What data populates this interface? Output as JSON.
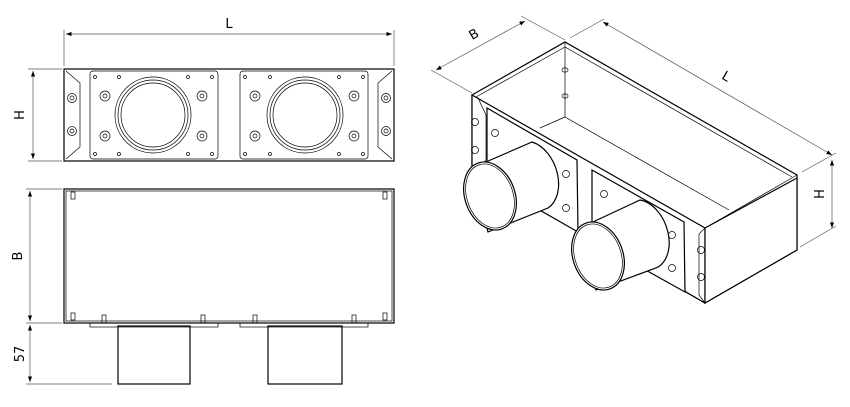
{
  "front_view": {
    "length_label": "L",
    "height_label": "H"
  },
  "top_view": {
    "depth_label": "B",
    "spigot_label": "57"
  },
  "iso_view": {
    "depth_label": "B",
    "length_label": "L",
    "height_label": "H"
  },
  "colors": {
    "line": "#000000",
    "background": "#ffffff"
  }
}
